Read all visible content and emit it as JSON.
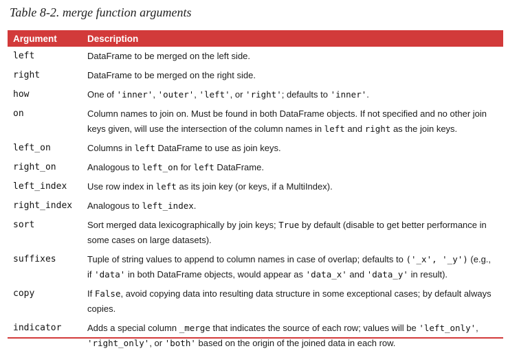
{
  "caption": "Table 8-2. merge function arguments",
  "headers": {
    "argument": "Argument",
    "description": "Description"
  },
  "rows": [
    {
      "arg": "left",
      "desc": [
        "DataFrame to be merged on the left side."
      ]
    },
    {
      "arg": "right",
      "desc": [
        "DataFrame to be merged on the right side."
      ]
    },
    {
      "arg": "how",
      "desc": [
        "One of ",
        {
          "c": "'inner'"
        },
        ", ",
        {
          "c": "'outer'"
        },
        ", ",
        {
          "c": "'left'"
        },
        ", or ",
        {
          "c": "'right'"
        },
        "; defaults to ",
        {
          "c": "'inner'"
        },
        "."
      ]
    },
    {
      "arg": "on",
      "desc": [
        "Column names to join on. Must be found in both DataFrame objects. If not specified and no other join keys given, will use the intersection of the column names in ",
        {
          "c": "left"
        },
        " and ",
        {
          "c": "right"
        },
        " as the join keys."
      ]
    },
    {
      "arg": "left_on",
      "desc": [
        "Columns in ",
        {
          "c": "left"
        },
        " DataFrame to use as join keys."
      ]
    },
    {
      "arg": "right_on",
      "desc": [
        "Analogous to ",
        {
          "c": "left_on"
        },
        " for ",
        {
          "c": "left"
        },
        " DataFrame."
      ]
    },
    {
      "arg": "left_index",
      "desc": [
        "Use row index in ",
        {
          "c": "left"
        },
        " as its join key (or keys, if a MultiIndex)."
      ]
    },
    {
      "arg": "right_index",
      "desc": [
        "Analogous to ",
        {
          "c": "left_index"
        },
        "."
      ]
    },
    {
      "arg": "sort",
      "desc": [
        "Sort merged data lexicographically by join keys; ",
        {
          "c": "True"
        },
        " by default (disable to get better performance in some cases on large datasets)."
      ]
    },
    {
      "arg": "suffixes",
      "desc": [
        "Tuple of string values to append to column names in case of overlap; defaults to ",
        {
          "c": "('_x', '_y')"
        },
        " (e.g., if ",
        {
          "c": "'data'"
        },
        " in both DataFrame objects, would appear as ",
        {
          "c": "'data_x'"
        },
        " and ",
        {
          "c": "'data_y'"
        },
        " in result)."
      ]
    },
    {
      "arg": "copy",
      "desc": [
        "If ",
        {
          "c": "False"
        },
        ", avoid copying data into resulting data structure in some exceptional cases; by default always copies."
      ]
    },
    {
      "arg": "indicator",
      "desc": [
        "Adds a special column ",
        {
          "c": "_merge"
        },
        " that indicates the source of each row; values will be ",
        {
          "c": "'left_only'"
        },
        ", ",
        {
          "c": "'right_only'"
        },
        ", or ",
        {
          "c": "'both'"
        },
        " based on the origin of the joined data in each row."
      ]
    }
  ],
  "colors": {
    "header_bg": "#d23a3a",
    "header_text": "#ffffff"
  }
}
